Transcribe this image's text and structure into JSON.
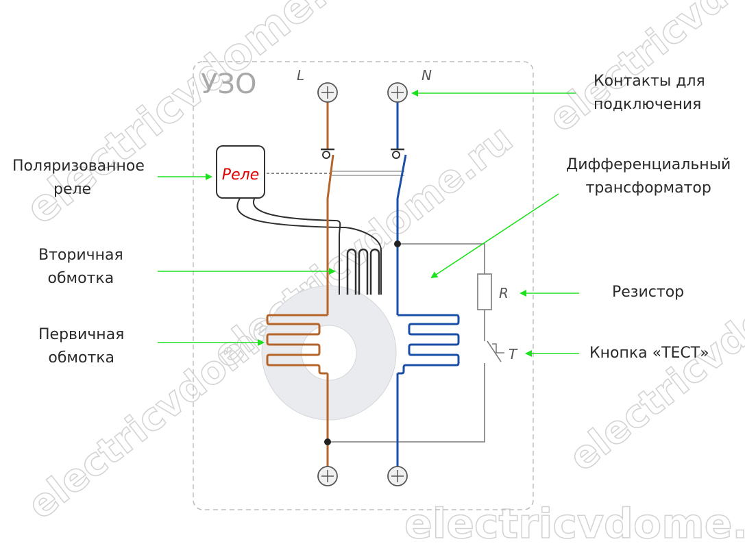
{
  "device_title": "УЗО",
  "terminal_labels": {
    "line": "L",
    "neutral": "N"
  },
  "relay_text": "Реле",
  "resistor_label": "R",
  "button_label": "T",
  "callouts": {
    "contacts": [
      "Контакты для",
      "подключения"
    ],
    "relay": [
      "Поляризованное",
      "реле"
    ],
    "transformer": [
      "Дифференциальный",
      "трансформатор"
    ],
    "secondary": [
      "Вторичная",
      "обмотка"
    ],
    "primary": [
      "Первичная",
      "обмотка"
    ],
    "resistor": [
      "Резистор"
    ],
    "test_button": [
      "Кнопка «ТЕСТ»"
    ]
  },
  "watermark": "electricvdome.ru",
  "colors": {
    "line_wire": "#b5652a",
    "neutral_wire": "#1a4fa8",
    "arrow": "#1ee01e",
    "relay_text": "#e00000",
    "frame": "#bdbdbd",
    "core_fill": "#e9ebee"
  }
}
